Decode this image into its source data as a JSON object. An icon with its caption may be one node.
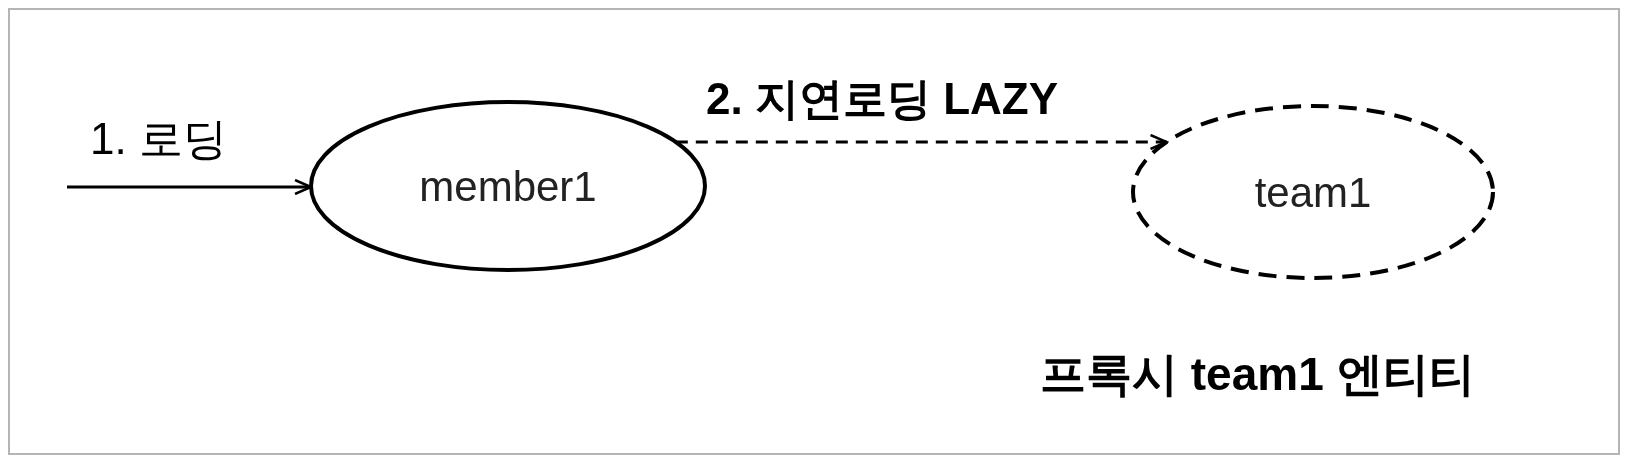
{
  "diagram": {
    "nodes": [
      {
        "text": [
          "member1"
        ]
      },
      {
        "text": [
          "team1"
        ],
        "beside": [
          "프록시 team1 엔티티"
        ]
      }
    ],
    "edges": [
      {
        "from": null,
        "to": 0,
        "arrow": "to",
        "label": "1. 로딩"
      },
      {
        "from": 0,
        "to": 1,
        "arrow": "to",
        "label": "2. 지연로딩 LAZY",
        "style": "dashed"
      }
    ]
  }
}
